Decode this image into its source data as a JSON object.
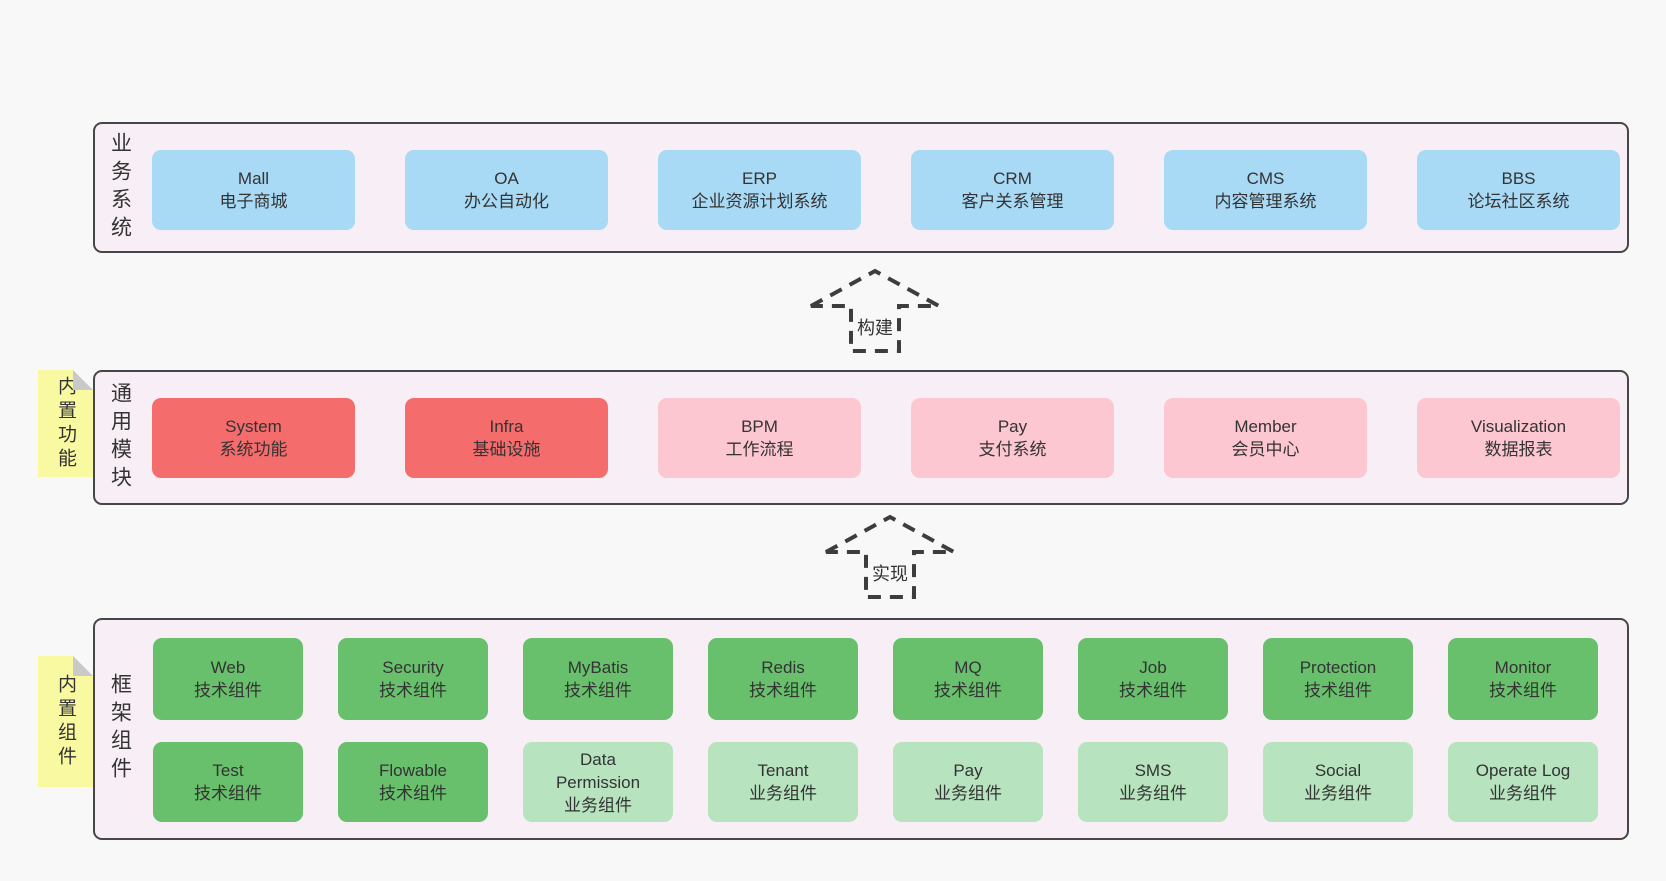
{
  "colors": {
    "page_bg": "#f8f8f8",
    "panel_bg": "#f8eef5",
    "panel_border": "#474747",
    "blue_box": "#a8d9f5",
    "red_box": "#f56c6c",
    "pink_box": "#fcc7d1",
    "green_dark_box": "#68c06c",
    "green_light_box": "#b7e3be",
    "yellow_tag": "#f9f9a1",
    "fold_gray": "#c9c9c9",
    "text": "#333333"
  },
  "arrows": [
    {
      "label": "构建"
    },
    {
      "label": "实现"
    }
  ],
  "layers": {
    "business": {
      "label": "业务系统",
      "boxes": [
        {
          "name": "Mall",
          "desc": "电子商城",
          "variant": "blue"
        },
        {
          "name": "OA",
          "desc": "办公自动化",
          "variant": "blue"
        },
        {
          "name": "ERP",
          "desc": "企业资源计划系统",
          "variant": "blue"
        },
        {
          "name": "CRM",
          "desc": "客户关系管理",
          "variant": "blue"
        },
        {
          "name": "CMS",
          "desc": "内容管理系统",
          "variant": "blue"
        },
        {
          "name": "BBS",
          "desc": "论坛社区系统",
          "variant": "blue"
        }
      ]
    },
    "modules": {
      "label": "通用模块",
      "tag": "内置功能",
      "boxes": [
        {
          "name": "System",
          "desc": "系统功能",
          "variant": "red"
        },
        {
          "name": "Infra",
          "desc": "基础设施",
          "variant": "red"
        },
        {
          "name": "BPM",
          "desc": "工作流程",
          "variant": "pink"
        },
        {
          "name": "Pay",
          "desc": "支付系统",
          "variant": "pink"
        },
        {
          "name": "Member",
          "desc": "会员中心",
          "variant": "pink"
        },
        {
          "name": "Visualization",
          "desc": "数据报表",
          "variant": "pink"
        }
      ]
    },
    "framework": {
      "label": "框架组件",
      "tag": "内置组件",
      "row1": [
        {
          "name": "Web",
          "desc": "技术组件",
          "variant": "green-dark"
        },
        {
          "name": "Security",
          "desc": "技术组件",
          "variant": "green-dark"
        },
        {
          "name": "MyBatis",
          "desc": "技术组件",
          "variant": "green-dark"
        },
        {
          "name": "Redis",
          "desc": "技术组件",
          "variant": "green-dark"
        },
        {
          "name": "MQ",
          "desc": "技术组件",
          "variant": "green-dark"
        },
        {
          "name": "Job",
          "desc": "技术组件",
          "variant": "green-dark"
        },
        {
          "name": "Protection",
          "desc": "技术组件",
          "variant": "green-dark"
        },
        {
          "name": "Monitor",
          "desc": "技术组件",
          "variant": "green-dark"
        }
      ],
      "row2": [
        {
          "name": "Test",
          "desc": "技术组件",
          "variant": "green-dark"
        },
        {
          "name": "Flowable",
          "desc": "技术组件",
          "variant": "green-dark"
        },
        {
          "name": "Data Permission",
          "desc": "业务组件",
          "variant": "green-light"
        },
        {
          "name": "Tenant",
          "desc": "业务组件",
          "variant": "green-light"
        },
        {
          "name": "Pay",
          "desc": "业务组件",
          "variant": "green-light"
        },
        {
          "name": "SMS",
          "desc": "业务组件",
          "variant": "green-light"
        },
        {
          "name": "Social",
          "desc": "业务组件",
          "variant": "green-light"
        },
        {
          "name": "Operate Log",
          "desc": "业务组件",
          "variant": "green-light"
        }
      ]
    }
  }
}
